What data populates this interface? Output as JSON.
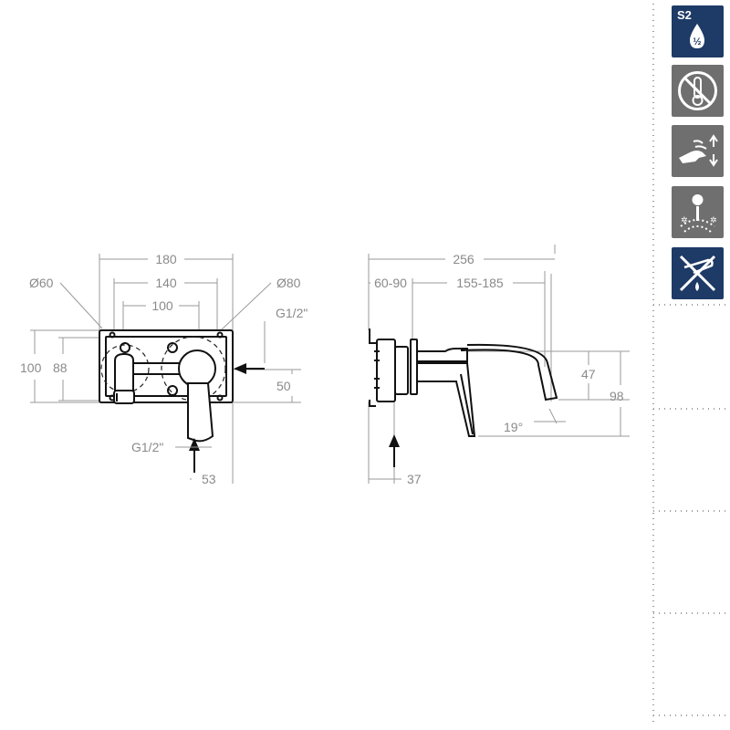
{
  "front_view": {
    "width_180": "180",
    "width_140": "140",
    "width_100": "100",
    "dia_60": "Ø60",
    "dia_80": "Ø80",
    "height_100": "100",
    "height_88": "88",
    "thread_right": "G1/2\"",
    "offset_50": "50",
    "thread_bottom": "G1/2\"",
    "offset_53": "53"
  },
  "side_view": {
    "length_256": "256",
    "range_60_90": "60-90",
    "range_155_185": "155-185",
    "height_47": "47",
    "height_98": "98",
    "angle_19": "19°",
    "depth_37": "37"
  },
  "badges": [
    {
      "icon": "water-drop-half-icon",
      "label": "S2",
      "bg": "#1e3a66"
    },
    {
      "icon": "no-temperature-icon",
      "bg": "#6f6f6f"
    },
    {
      "icon": "hand-under-water-icon",
      "bg": "#6f6f6f"
    },
    {
      "icon": "shower-spray-icon",
      "bg": "#6f6f6f"
    },
    {
      "icon": "no-descaling-icon",
      "bg": "#1e3a66"
    }
  ]
}
